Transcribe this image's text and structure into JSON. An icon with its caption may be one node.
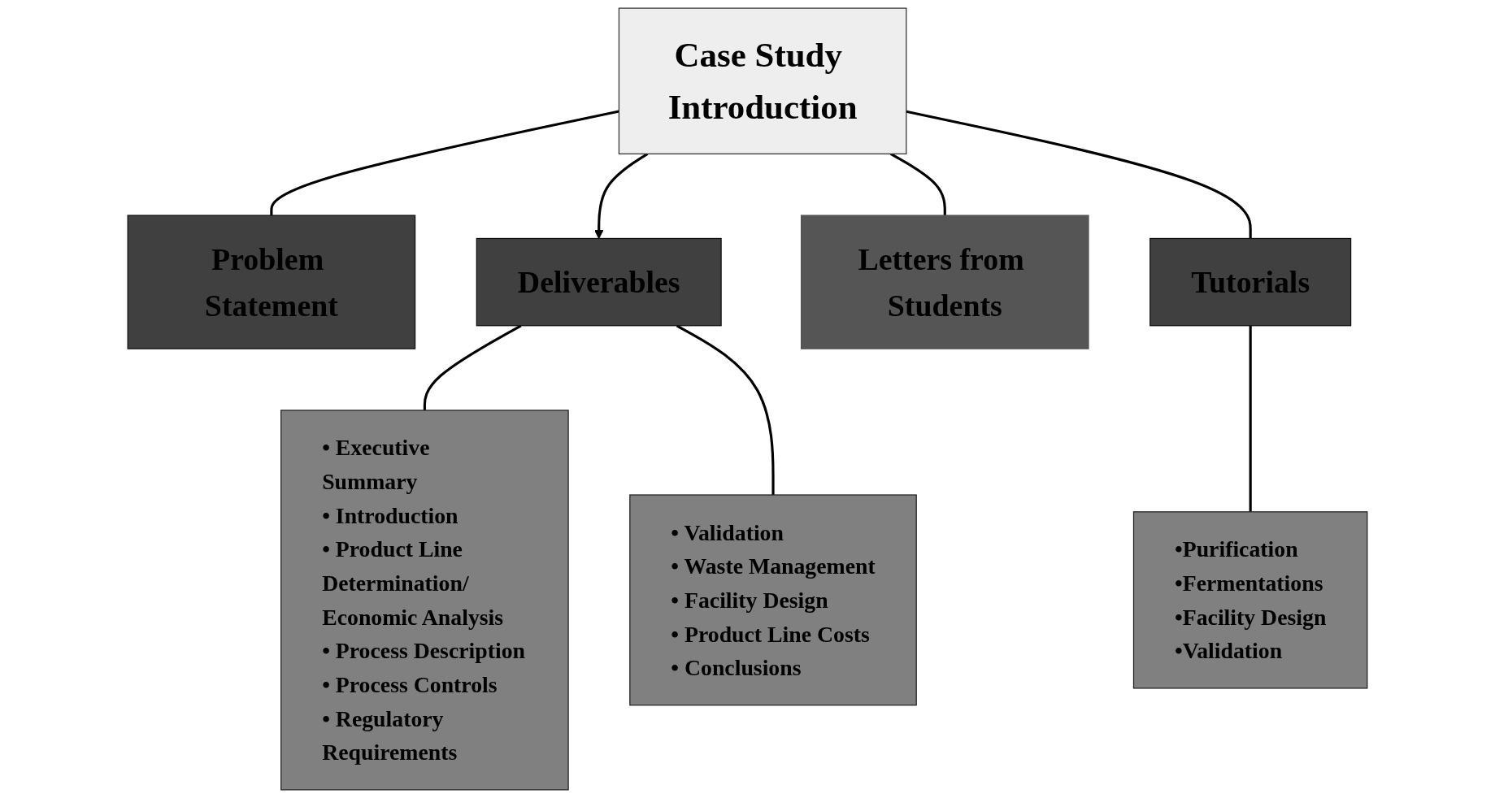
{
  "diagram": {
    "nodes": [
      {
        "text": [
          "Case Study Introduction"
        ]
      },
      {
        "text": [
          "Problem Statement"
        ]
      },
      {
        "text": [
          "Deliverables"
        ]
      },
      {
        "text": [
          "Letters from Students"
        ]
      },
      {
        "text": [
          "Tutorials"
        ]
      },
      {
        "text": [
          "• Executive Summary",
          "• Introduction",
          "• Product Line Determination/ Economic Analysis",
          "• Process Description",
          "• Process Controls",
          "• Regulatory Requirements"
        ]
      },
      {
        "text": [
          "• Validation",
          "• Waste Management",
          "• Facility Design",
          "• Product Line Costs",
          "• Conclusions"
        ]
      },
      {
        "text": [
          "•Purification",
          "•Fermentations",
          "•Facility Design",
          "•Validation"
        ]
      }
    ],
    "edges": [
      {
        "from": 0,
        "to": 1,
        "arrow": "none"
      },
      {
        "from": 0,
        "to": 2,
        "arrow": "to"
      },
      {
        "from": 0,
        "to": 3,
        "arrow": "none"
      },
      {
        "from": 0,
        "to": 4,
        "arrow": "none"
      },
      {
        "from": 2,
        "to": 5,
        "arrow": "none"
      },
      {
        "from": 2,
        "to": 6,
        "arrow": "none"
      },
      {
        "from": 4,
        "to": 7,
        "arrow": "none"
      }
    ]
  }
}
